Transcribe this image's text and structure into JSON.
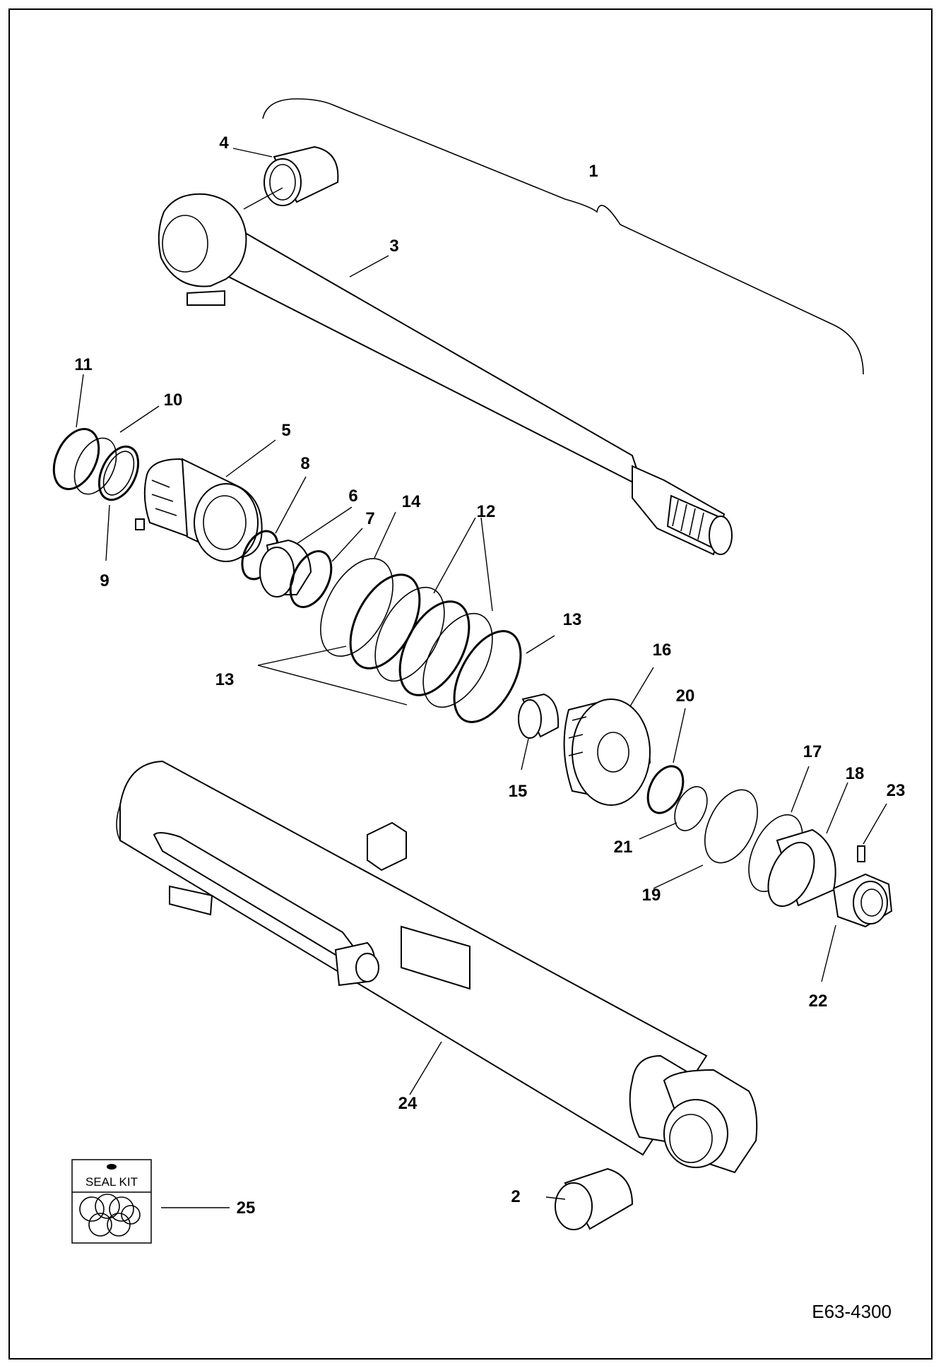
{
  "diagram": {
    "drawing_code": "E63-4300",
    "seal_kit_label": "SEAL KIT",
    "callouts": {
      "c1": "1",
      "c2": "2",
      "c3": "3",
      "c4": "4",
      "c5": "5",
      "c6": "6",
      "c7": "7",
      "c8": "8",
      "c9": "9",
      "c10": "10",
      "c11": "11",
      "c12": "12",
      "c13a": "13",
      "c13b": "13",
      "c14": "14",
      "c15": "15",
      "c16": "16",
      "c17": "17",
      "c18": "18",
      "c19": "19",
      "c20": "20",
      "c21": "21",
      "c22": "22",
      "c23": "23",
      "c24": "24",
      "c25": "25"
    }
  }
}
